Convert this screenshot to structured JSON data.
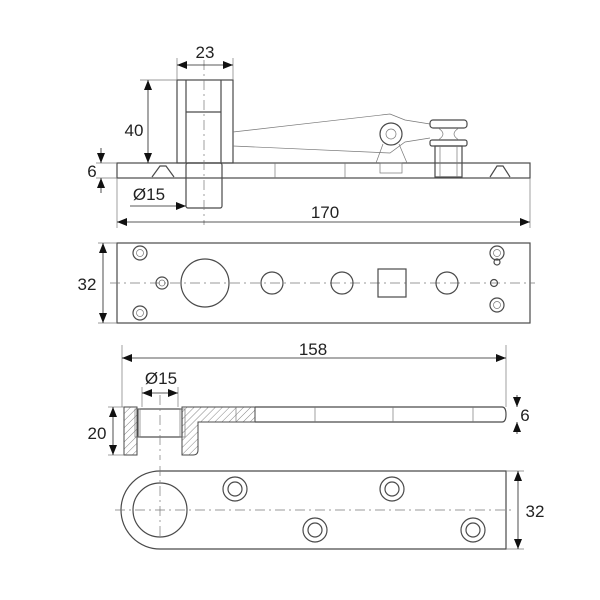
{
  "dimensions": {
    "top_width": "23",
    "top_height": "40",
    "top_plate_thickness": "6",
    "top_spindle_diameter": "Ø15",
    "top_length": "170",
    "plate_width": "32",
    "arm_length": "158",
    "arm_bore_diameter": "Ø15",
    "arm_hub_height": "20",
    "arm_thickness": "6",
    "arm_width": "32"
  }
}
